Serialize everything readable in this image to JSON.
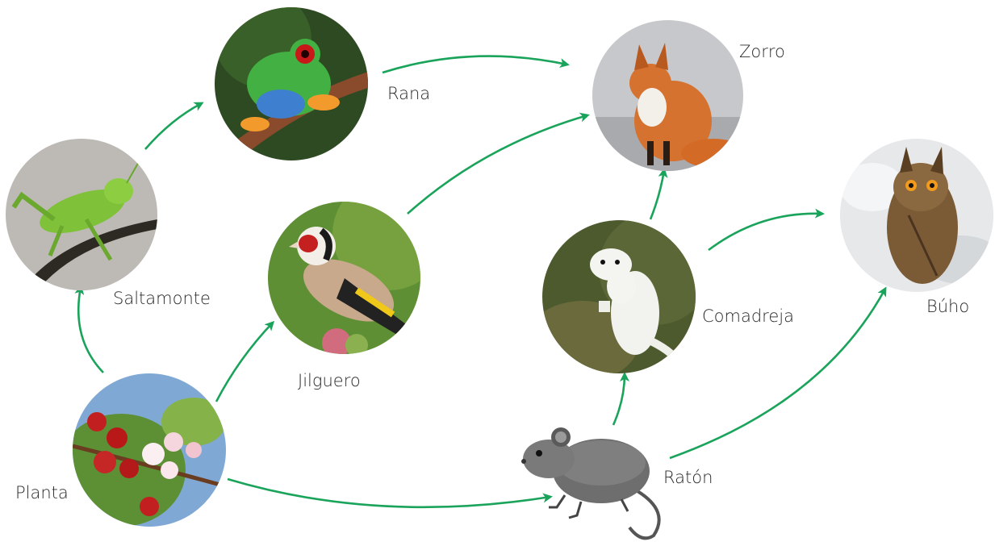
{
  "diagram": {
    "nodes": {
      "rana": "Rana",
      "zorro": "Zorro",
      "saltamonte": "Saltamonte",
      "jilguero": "Jilguero",
      "comadreja": "Comadreja",
      "buho": "Búho",
      "planta": "Planta",
      "raton": "Ratón"
    },
    "edges": [
      {
        "from": "Planta",
        "to": "Saltamonte"
      },
      {
        "from": "Saltamonte",
        "to": "Rana"
      },
      {
        "from": "Rana",
        "to": "Zorro"
      },
      {
        "from": "Planta",
        "to": "Jilguero"
      },
      {
        "from": "Jilguero",
        "to": "Zorro"
      },
      {
        "from": "Planta",
        "to": "Ratón"
      },
      {
        "from": "Ratón",
        "to": "Comadreja"
      },
      {
        "from": "Comadreja",
        "to": "Zorro"
      },
      {
        "from": "Comadreja",
        "to": "Búho"
      },
      {
        "from": "Ratón",
        "to": "Búho"
      }
    ],
    "arrow_color": "#1aa35a"
  }
}
